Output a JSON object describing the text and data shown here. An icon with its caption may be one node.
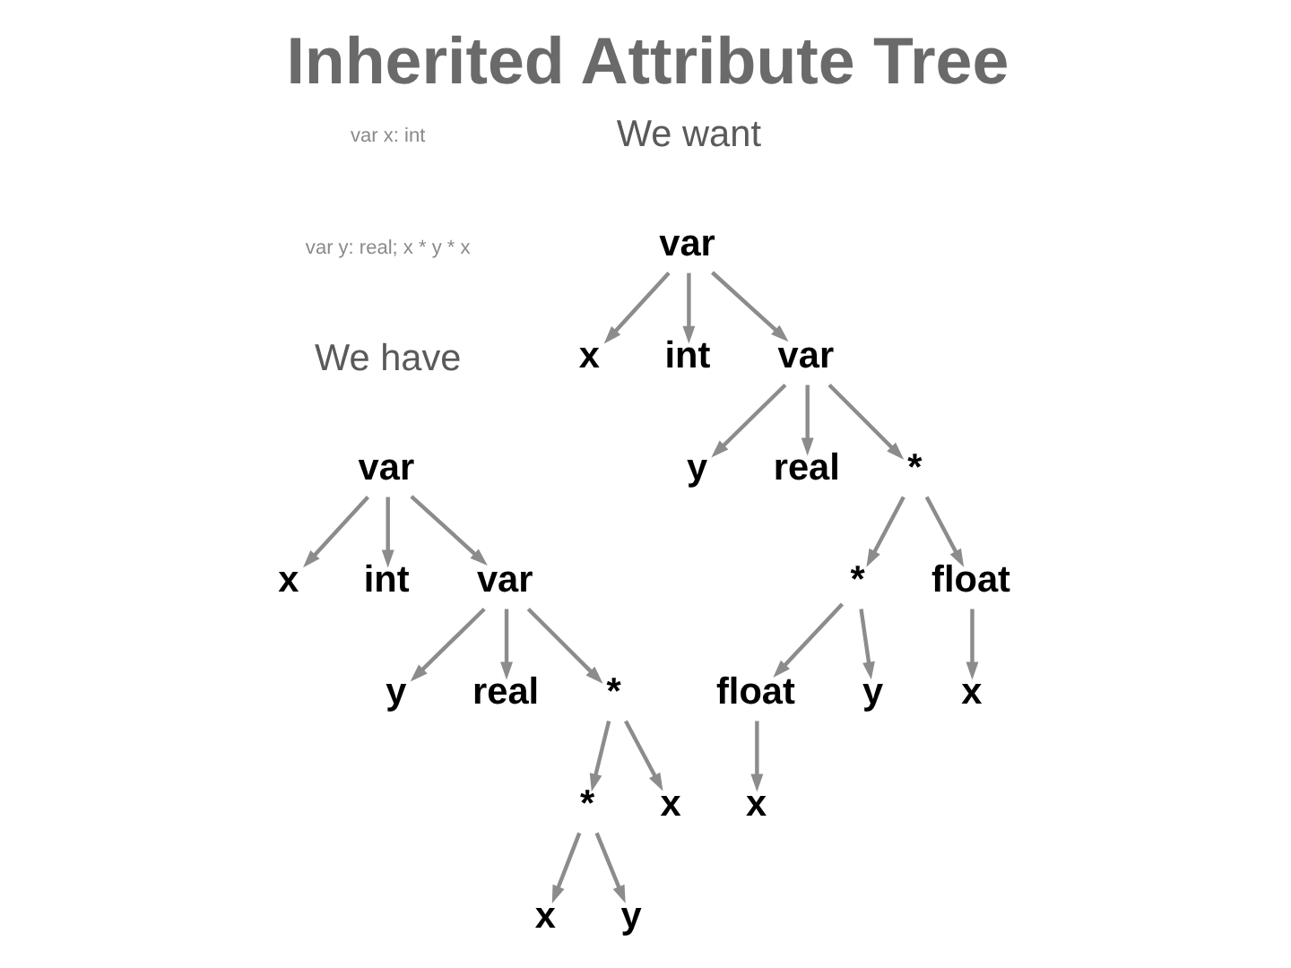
{
  "diagram": {
    "title": "Inherited Attribute Tree",
    "nodes": [
      {
        "text": [
          "var"
        ]
      },
      {
        "text": [
          "x"
        ]
      },
      {
        "text": [
          "int"
        ]
      },
      {
        "text": [
          "var"
        ]
      },
      {
        "text": [
          "y"
        ]
      },
      {
        "text": [
          "real"
        ]
      },
      {
        "text": [
          "*"
        ]
      },
      {
        "text": [
          "*"
        ]
      },
      {
        "text": [
          "x"
        ]
      },
      {
        "text": [
          "x"
        ]
      },
      {
        "text": [
          "y"
        ]
      },
      {
        "text": [
          "var"
        ]
      },
      {
        "text": [
          "x"
        ]
      },
      {
        "text": [
          "int"
        ]
      },
      {
        "text": [
          "var"
        ]
      },
      {
        "text": [
          "y"
        ]
      },
      {
        "text": [
          "real"
        ]
      },
      {
        "text": [
          "*"
        ]
      },
      {
        "text": [
          "*"
        ]
      },
      {
        "text": [
          "float"
        ]
      },
      {
        "text": [
          "float"
        ]
      },
      {
        "text": [
          "y"
        ]
      },
      {
        "text": [
          "x"
        ]
      },
      {
        "text": [
          "x"
        ]
      }
    ],
    "edges": [
      {
        "from": 0,
        "to": 1,
        "arrow": "to"
      },
      {
        "from": 0,
        "to": 2,
        "arrow": "to"
      },
      {
        "from": 0,
        "to": 3,
        "arrow": "to"
      },
      {
        "from": 3,
        "to": 4,
        "arrow": "to"
      },
      {
        "from": 3,
        "to": 5,
        "arrow": "to"
      },
      {
        "from": 3,
        "to": 6,
        "arrow": "to"
      },
      {
        "from": 6,
        "to": 7,
        "arrow": "to"
      },
      {
        "from": 6,
        "to": 8,
        "arrow": "to"
      },
      {
        "from": 7,
        "to": 9,
        "arrow": "to"
      },
      {
        "from": 7,
        "to": 10,
        "arrow": "to"
      },
      {
        "from": 11,
        "to": 12,
        "arrow": "to"
      },
      {
        "from": 11,
        "to": 13,
        "arrow": "to"
      },
      {
        "from": 11,
        "to": 14,
        "arrow": "to"
      },
      {
        "from": 14,
        "to": 15,
        "arrow": "to"
      },
      {
        "from": 14,
        "to": 16,
        "arrow": "to"
      },
      {
        "from": 14,
        "to": 17,
        "arrow": "to"
      },
      {
        "from": 17,
        "to": 18,
        "arrow": "to"
      },
      {
        "from": 17,
        "to": 19,
        "arrow": "to"
      },
      {
        "from": 18,
        "to": 20,
        "arrow": "to"
      },
      {
        "from": 18,
        "to": 21,
        "arrow": "to"
      },
      {
        "from": 20,
        "to": 23,
        "arrow": "to"
      },
      {
        "from": 19,
        "to": 22,
        "arrow": "to"
      }
    ],
    "labels": [
      "var x: int",
      "var y: real; x * y * x",
      "We have",
      "We want"
    ]
  }
}
